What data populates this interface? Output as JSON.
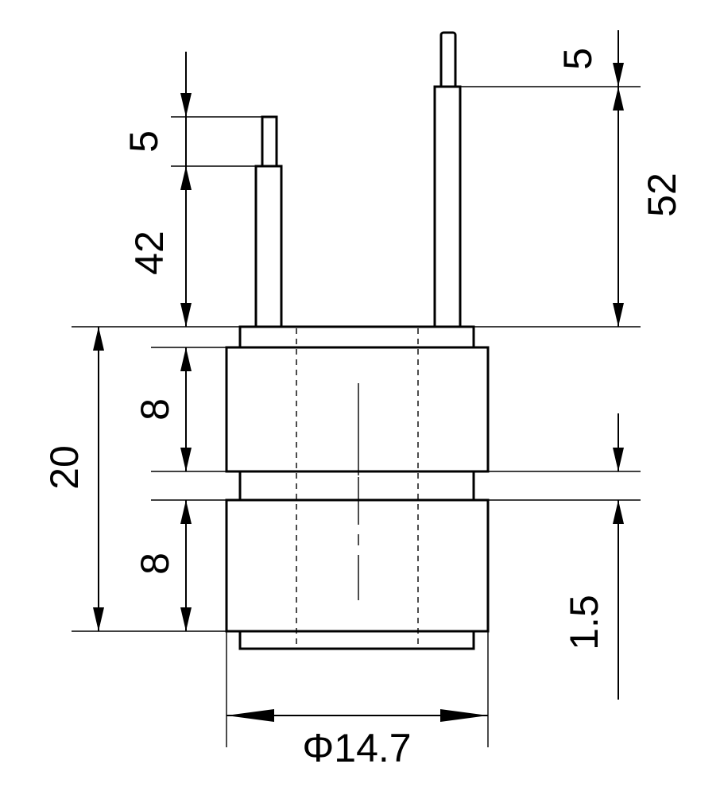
{
  "dimensions": {
    "left_pin_tip": "5",
    "left_pin_length": "42",
    "right_pin_tip": "5",
    "right_pin_length": "52",
    "top_ring_height": "8",
    "bottom_ring_height": "8",
    "overall_height": "20",
    "gap_height": "1.5",
    "diameter": "Φ14.7"
  }
}
